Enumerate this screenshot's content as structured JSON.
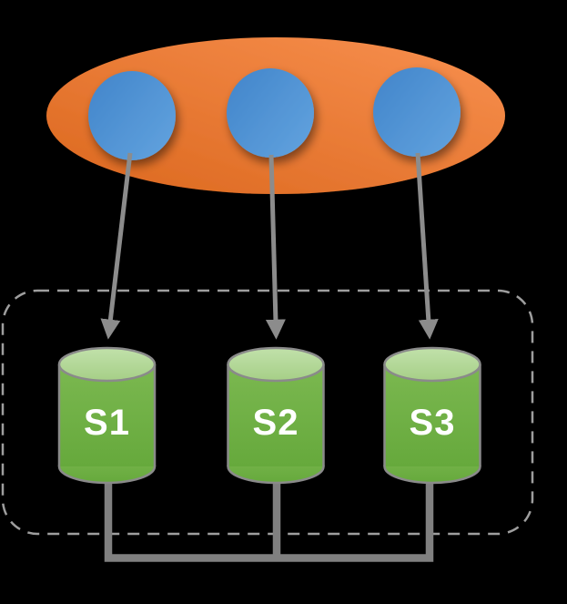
{
  "diagram": {
    "servers": [
      {
        "label": "S1"
      },
      {
        "label": "S2"
      },
      {
        "label": "S3"
      }
    ],
    "colors": {
      "background": "#000000",
      "ellipse_dark": "#DB671E",
      "ellipse_light": "#F8904F",
      "node_blue_dark": "#4386CB",
      "node_blue_light": "#61A2DE",
      "cyl_body_light": "#7BB850",
      "cyl_body_dark": "#66A93C",
      "cyl_top_light": "#C1E1AA",
      "cyl_top_dark": "#A6CF87",
      "outline_gray": "#8A8A8A",
      "arrow_gray": "#8C8C8C",
      "dash_gray": "#9E9E9E",
      "bus_gray": "#808080",
      "label_white": "#FFFFFF"
    }
  }
}
